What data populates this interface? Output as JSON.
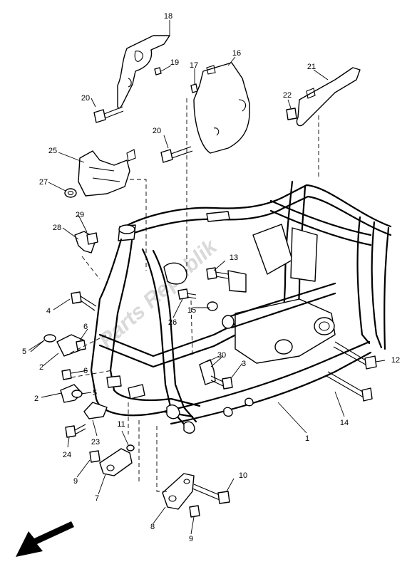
{
  "watermark": "Parts Republik",
  "callouts": [
    {
      "id": "c1",
      "text": "1"
    },
    {
      "id": "c2a",
      "text": "2"
    },
    {
      "id": "c2b",
      "text": "2"
    },
    {
      "id": "c3",
      "text": "3"
    },
    {
      "id": "c4",
      "text": "4"
    },
    {
      "id": "c5a",
      "text": "5"
    },
    {
      "id": "c5b",
      "text": "5"
    },
    {
      "id": "c6a",
      "text": "6"
    },
    {
      "id": "c6b",
      "text": "6"
    },
    {
      "id": "c7",
      "text": "7"
    },
    {
      "id": "c8",
      "text": "8"
    },
    {
      "id": "c9a",
      "text": "9"
    },
    {
      "id": "c9b",
      "text": "9"
    },
    {
      "id": "c10",
      "text": "10"
    },
    {
      "id": "c11",
      "text": "11"
    },
    {
      "id": "c12",
      "text": "12"
    },
    {
      "id": "c13",
      "text": "13"
    },
    {
      "id": "c14",
      "text": "14"
    },
    {
      "id": "c15",
      "text": "15"
    },
    {
      "id": "c16",
      "text": "16"
    },
    {
      "id": "c17",
      "text": "17"
    },
    {
      "id": "c18",
      "text": "18"
    },
    {
      "id": "c19",
      "text": "19"
    },
    {
      "id": "c20a",
      "text": "20"
    },
    {
      "id": "c20b",
      "text": "20"
    },
    {
      "id": "c21",
      "text": "21"
    },
    {
      "id": "c22",
      "text": "22"
    },
    {
      "id": "c23",
      "text": "23"
    },
    {
      "id": "c24",
      "text": "24"
    },
    {
      "id": "c25",
      "text": "25"
    },
    {
      "id": "c26",
      "text": "26"
    },
    {
      "id": "c27",
      "text": "27"
    },
    {
      "id": "c28",
      "text": "28"
    },
    {
      "id": "c29",
      "text": "29"
    },
    {
      "id": "c30",
      "text": "30"
    }
  ]
}
